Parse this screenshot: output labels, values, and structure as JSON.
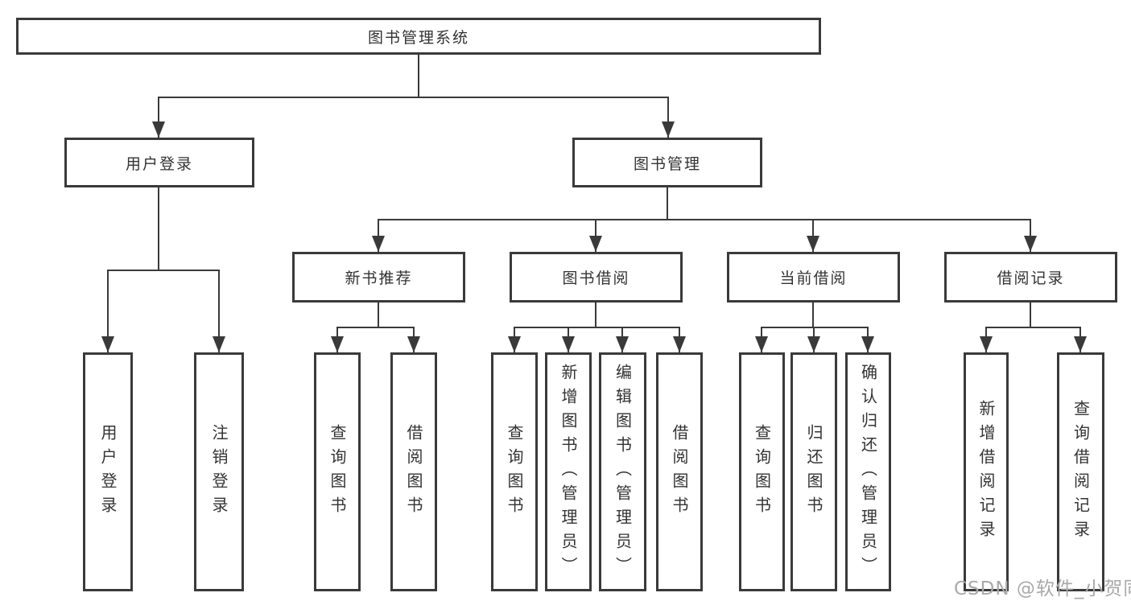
{
  "diagram": {
    "type": "tree",
    "tree": {
      "label": "图书管理系统",
      "children": [
        {
          "label": "用户登录",
          "children": [
            {
              "label": "用户登录"
            },
            {
              "label": "注销登录"
            }
          ]
        },
        {
          "label": "图书管理",
          "children": [
            {
              "label": "新书推荐",
              "children": [
                {
                  "label": "查询图书"
                },
                {
                  "label": "借阅图书"
                }
              ]
            },
            {
              "label": "图书借阅",
              "children": [
                {
                  "label": "查询图书"
                },
                {
                  "label": "新增图书（管理员）"
                },
                {
                  "label": "编辑图书（管理员）"
                },
                {
                  "label": "借阅图书"
                }
              ]
            },
            {
              "label": "当前借阅",
              "children": [
                {
                  "label": "查询图书"
                },
                {
                  "label": "归还图书"
                },
                {
                  "label": "确认归还（管理员）"
                }
              ]
            },
            {
              "label": "借阅记录",
              "children": [
                {
                  "label": "新增借阅记录"
                },
                {
                  "label": "查询借阅记录"
                }
              ]
            }
          ]
        }
      ]
    },
    "colors": {
      "line": "#3a3a3a",
      "box_border": "#3a3a3a",
      "text": "#333333",
      "background": "#ffffff",
      "watermark": "#a9a9a9"
    },
    "watermark": "CSDN @软件_小贺同学"
  }
}
